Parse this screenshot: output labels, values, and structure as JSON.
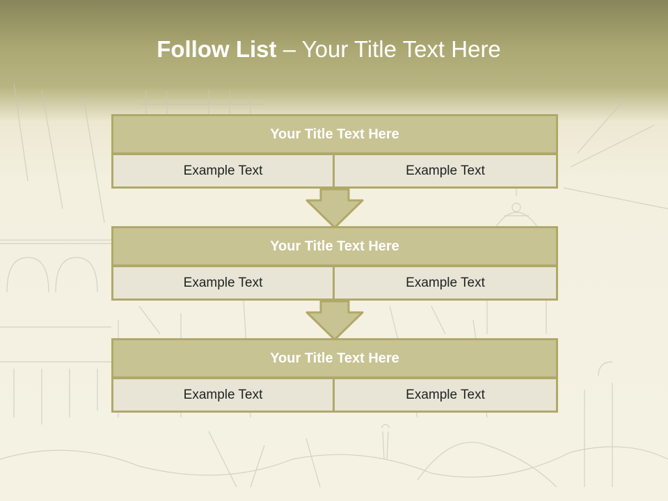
{
  "slide": {
    "title_bold": "Follow List",
    "title_rest": " – Your Title Text Here"
  },
  "blocks": [
    {
      "heading": "Your Title Text Here",
      "left_text": "Example Text",
      "right_text": "Example Text"
    },
    {
      "heading": "Your Title Text Here",
      "left_text": "Example Text",
      "right_text": "Example Text"
    },
    {
      "heading": "Your Title Text Here",
      "left_text": "Example Text",
      "right_text": "Example Text"
    }
  ],
  "colors": {
    "header_band": "#aca873",
    "block_fill": "#c8c392",
    "block_border": "#b0a869",
    "cell_fill": "#e8e5d6"
  }
}
